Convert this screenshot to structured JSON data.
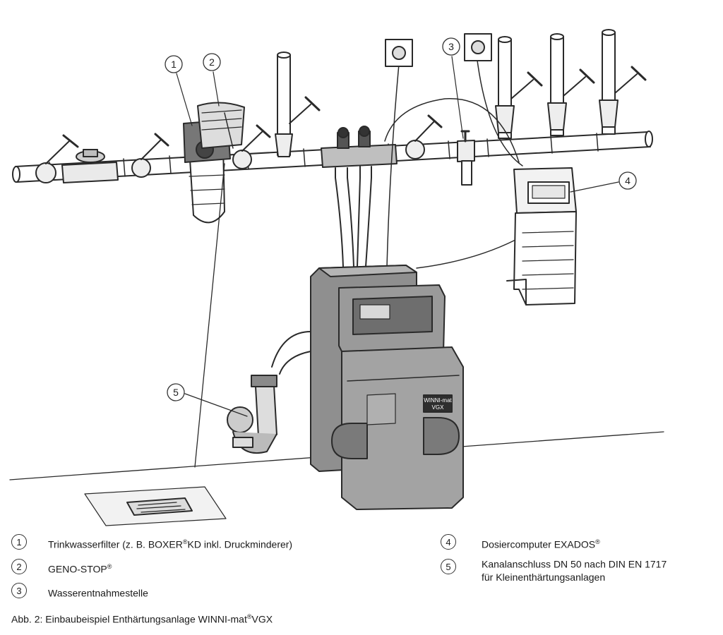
{
  "callouts": [
    "1",
    "2",
    "3",
    "4",
    "5"
  ],
  "device_label": [
    "WINNI-mat",
    "VGX"
  ],
  "legend": [
    {
      "num": "1",
      "pre": "Trinkwasserfilter (z. B. BOXER",
      "reg": "®",
      "post": "KD inkl. Druckminderer)",
      "line2": ""
    },
    {
      "num": "2",
      "pre": "GENO-STOP",
      "reg": "®",
      "post": "",
      "line2": ""
    },
    {
      "num": "3",
      "pre": "Wasserentnahmestelle",
      "reg": "",
      "post": "",
      "line2": ""
    },
    {
      "num": "4",
      "pre": "Dosiercomputer EXADOS",
      "reg": "®",
      "post": "",
      "line2": ""
    },
    {
      "num": "5",
      "pre": "Kanalanschluss DN 50 nach DIN EN 1717",
      "reg": "",
      "post": "",
      "line2": "für Kleinenthärtungsanlagen"
    }
  ],
  "caption": {
    "pre": "Abb. 2: Einbaubeispiel Enthärtungsanlage WINNI-mat",
    "reg": "®",
    "post": "VGX"
  }
}
